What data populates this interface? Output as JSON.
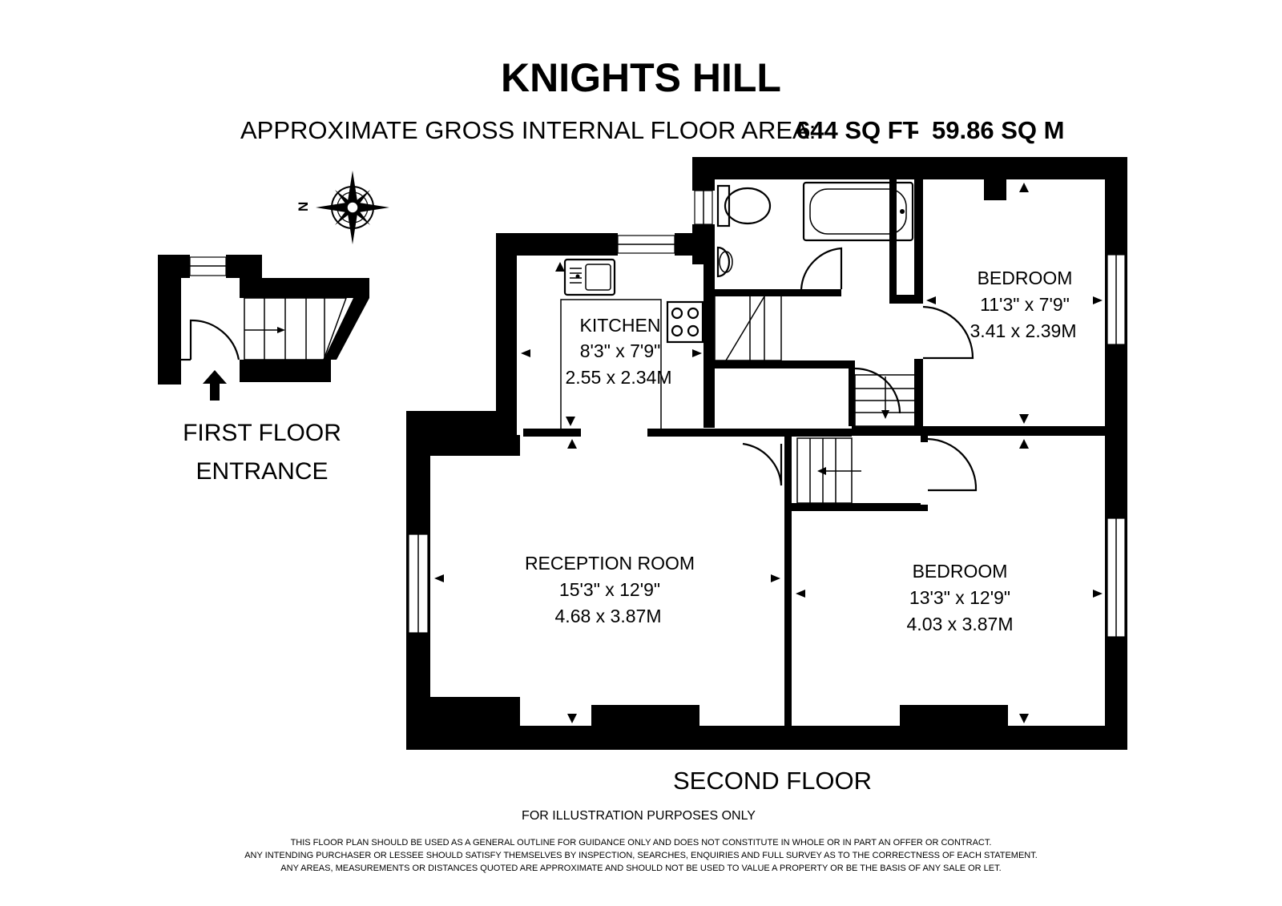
{
  "title": "KNIGHTS HILL",
  "area": {
    "label": "APPROXIMATE GROSS INTERNAL FLOOR AREA:",
    "sq_ft": "644 SQ FT",
    "separator": "-",
    "sq_m": "59.86 SQ M"
  },
  "compass": {
    "north_label": "N"
  },
  "entrance": {
    "line1": "FIRST FLOOR",
    "line2": "ENTRANCE"
  },
  "rooms": {
    "kitchen": {
      "name": "KITCHEN",
      "imperial": "8'3\" x 7'9\"",
      "metric": "2.55 x 2.34M"
    },
    "bedroom_small": {
      "name": "BEDROOM",
      "imperial": "11'3\" x 7'9\"",
      "metric": "3.41 x 2.39M"
    },
    "reception": {
      "name": "RECEPTION ROOM",
      "imperial": "15'3\" x 12'9\"",
      "metric": "4.68 x 3.87M"
    },
    "bedroom_large": {
      "name": "BEDROOM",
      "imperial": "13'3\" x 12'9\"",
      "metric": "4.03 x 3.87M"
    }
  },
  "floor_label": "SECOND FLOOR",
  "illustration_note": "FOR ILLUSTRATION PURPOSES ONLY",
  "disclaimer": [
    "THIS FLOOR PLAN SHOULD BE USED AS A GENERAL OUTLINE FOR GUIDANCE ONLY AND DOES NOT CONSTITUTE IN WHOLE OR IN PART AN OFFER OR CONTRACT.",
    "ANY INTENDING PURCHASER OR LESSEE SHOULD SATISFY THEMSELVES BY INSPECTION, SEARCHES, ENQUIRIES AND FULL SURVEY AS TO THE CORRECTNESS OF EACH STATEMENT.",
    "ANY AREAS, MEASUREMENTS OR DISTANCES QUOTED ARE APPROXIMATE AND SHOULD NOT BE USED TO VALUE A PROPERTY OR BE THE BASIS OF ANY SALE OR LET."
  ]
}
